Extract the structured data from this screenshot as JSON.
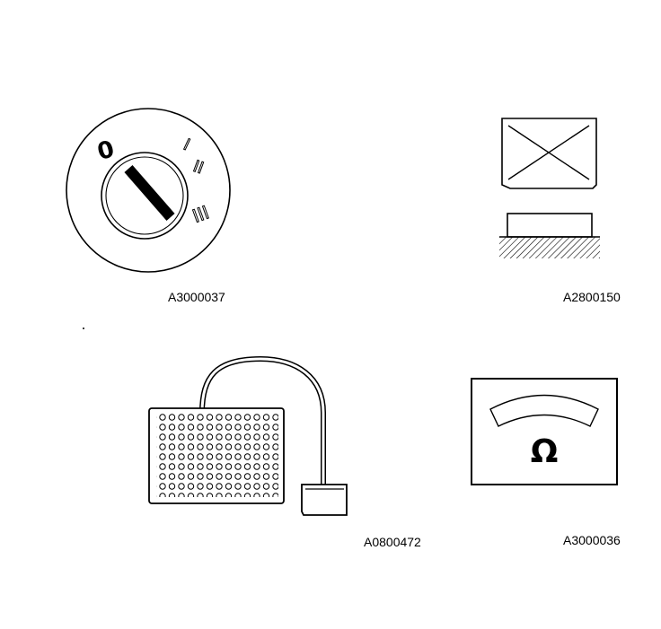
{
  "figures": {
    "ignition_switch": {
      "label": "A3000037",
      "positions": [
        "0",
        "I",
        "II",
        "III"
      ]
    },
    "fuse_test": {
      "label": "A2800150"
    },
    "connector_tester": {
      "label": "A0800472"
    },
    "ohmmeter": {
      "label": "A3000036",
      "unit_symbol": "Ω"
    }
  },
  "colors": {
    "ink": "#000000",
    "paper": "#ffffff"
  }
}
